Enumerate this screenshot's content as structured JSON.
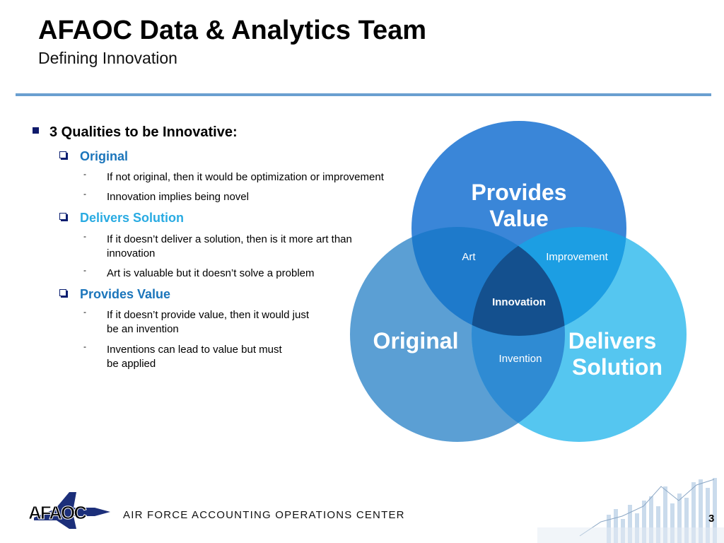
{
  "header": {
    "title": "AFAOC Data & Analytics Team",
    "subtitle": "Defining Innovation"
  },
  "body": {
    "heading": "3 Qualities to be Innovative:",
    "categories": [
      {
        "label": "Original",
        "color": "#1b75bb",
        "points": [
          [
            "If not original, then it would be optimization or improvement"
          ],
          [
            "Innovation implies being novel"
          ]
        ]
      },
      {
        "label": "Delivers Solution",
        "color": "#29abe2",
        "points": [
          [
            "If it doesn’t deliver a solution, then is it more art than",
            "innovation"
          ],
          [
            "Art is valuable but it doesn’t solve a problem"
          ]
        ]
      },
      {
        "label": "Provides Value",
        "color": "#1b75bb",
        "points": [
          [
            "If it doesn’t provide value, then it would just",
            "be an invention"
          ],
          [
            "Inventions can lead to value but must",
            "be applied"
          ]
        ]
      }
    ]
  },
  "venn": {
    "top_label": [
      "Provides",
      "Value"
    ],
    "left_label": "Original",
    "right_label": [
      "Delivers",
      "Solution"
    ],
    "overlap_top_left": "Art",
    "overlap_top_right": "Improvement",
    "overlap_bottom": "Invention",
    "center": "Innovation",
    "colors": {
      "top": "#2f7fd4",
      "left": "#4f97cf",
      "right": "#45c0ef",
      "center": "#14508e"
    }
  },
  "footer": {
    "logo_text": "AFAOC",
    "org_name": "AIR FORCE ACCOUNTING OPERATIONS CENTER",
    "page_number": "3"
  }
}
